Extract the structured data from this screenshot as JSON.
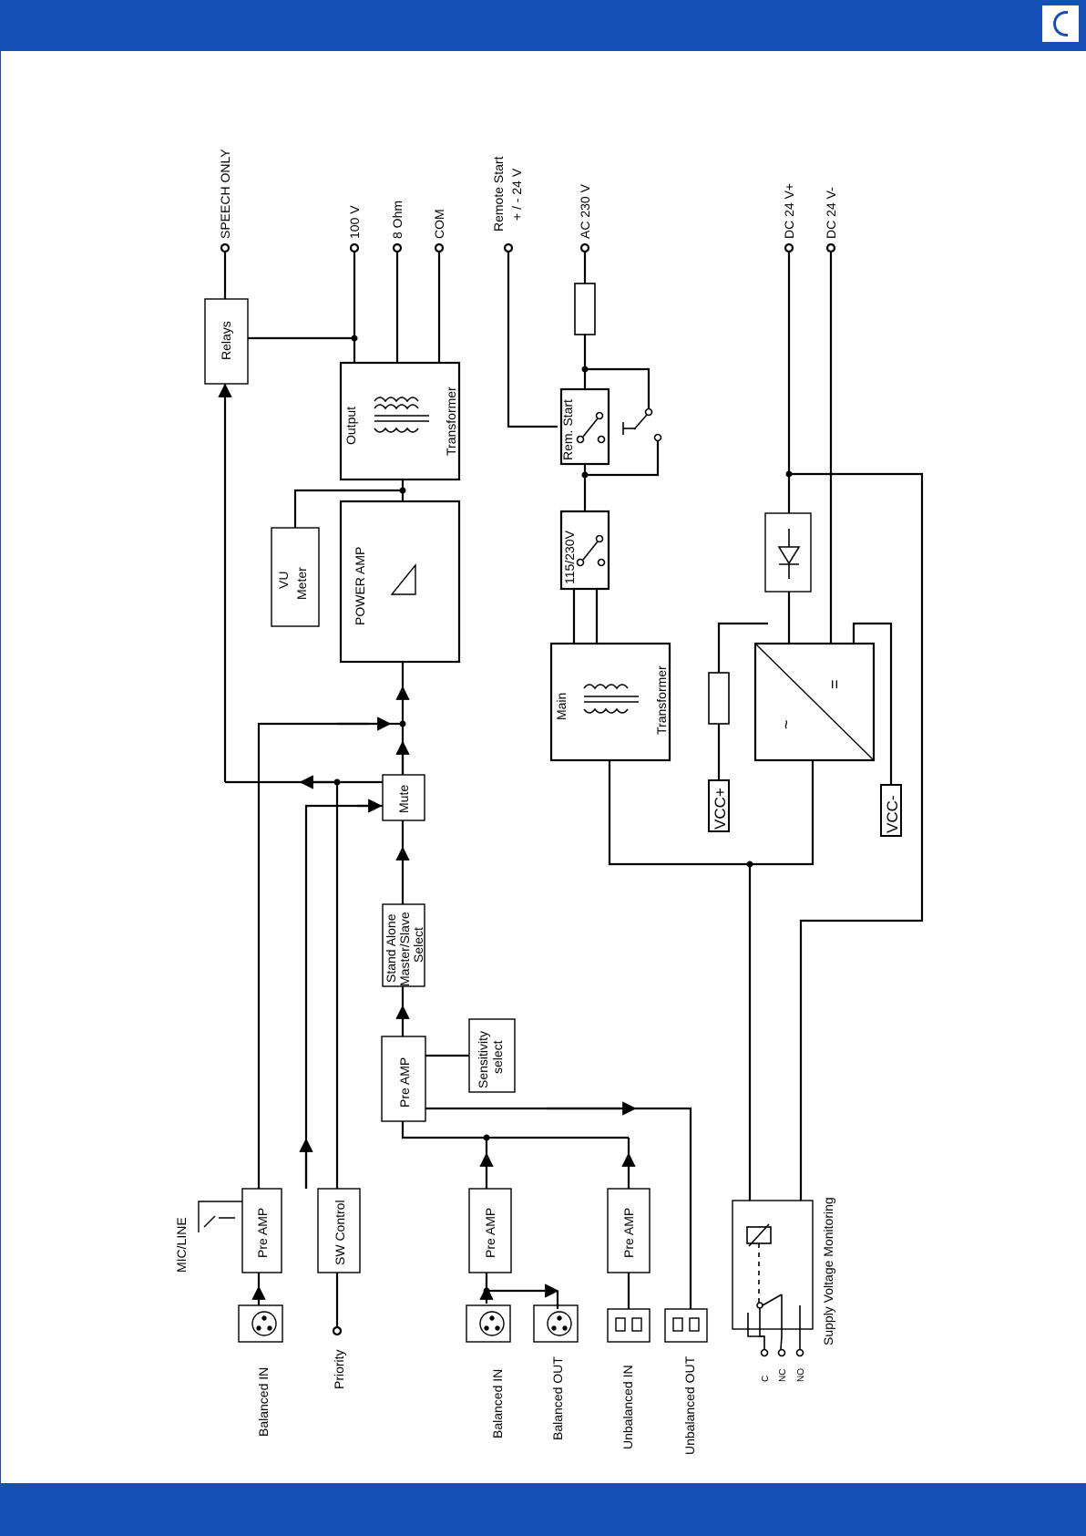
{
  "labels": {
    "speech_only": "SPEECH ONLY",
    "out_100v": "100 V",
    "out_8ohm": "8 Ohm",
    "out_com": "COM",
    "remote_start_1": "Remote Start",
    "remote_start_2": "+ / - 24 V",
    "ac_230v": "AC 230 V",
    "dc_24v_pos": "DC 24 V+",
    "dc_24v_neg": "DC 24 V-",
    "relays": "Relays",
    "output_transformer_1": "Output",
    "output_transformer_2": "Transformer",
    "vu_meter_1": "VU",
    "vu_meter_2": "Meter",
    "power_amp": "POWER AMP",
    "rem_start": "Rem. Start",
    "voltage_select": "115/230V",
    "main_transformer_1": "Main",
    "main_transformer_2": "Transformer",
    "vcc_pos": "VCC+",
    "vcc_neg": "VCC-",
    "mute": "Mute",
    "stand_alone_1": "Stand Alone",
    "stand_alone_2": "Master/Slave",
    "stand_alone_3": "Select",
    "pre_amp_main": "Pre AMP",
    "sensitivity_1": "Sensitivity",
    "sensitivity_2": "select",
    "pre_amp_mic": "Pre AMP",
    "mic_line": "MIC/LINE",
    "sw_control": "SW Control",
    "pre_amp_bal": "Pre AMP",
    "pre_amp_unbal": "Pre AMP",
    "supply_monitoring": "Supply Voltage Monitoring",
    "balanced_in_1": "Balanced IN",
    "priority": "Priority",
    "balanced_in_2": "Balanced IN",
    "balanced_out": "Balanced OUT",
    "unbalanced_in": "Unbalanced IN",
    "unbalanced_out": "Unbalanced OUT",
    "relay_c": "C",
    "relay_nc": "NC",
    "relay_no": "NO",
    "equal_sym": "=",
    "tilde_sym": "~"
  },
  "colors": {
    "header": "#1450b8",
    "line": "#000000"
  }
}
